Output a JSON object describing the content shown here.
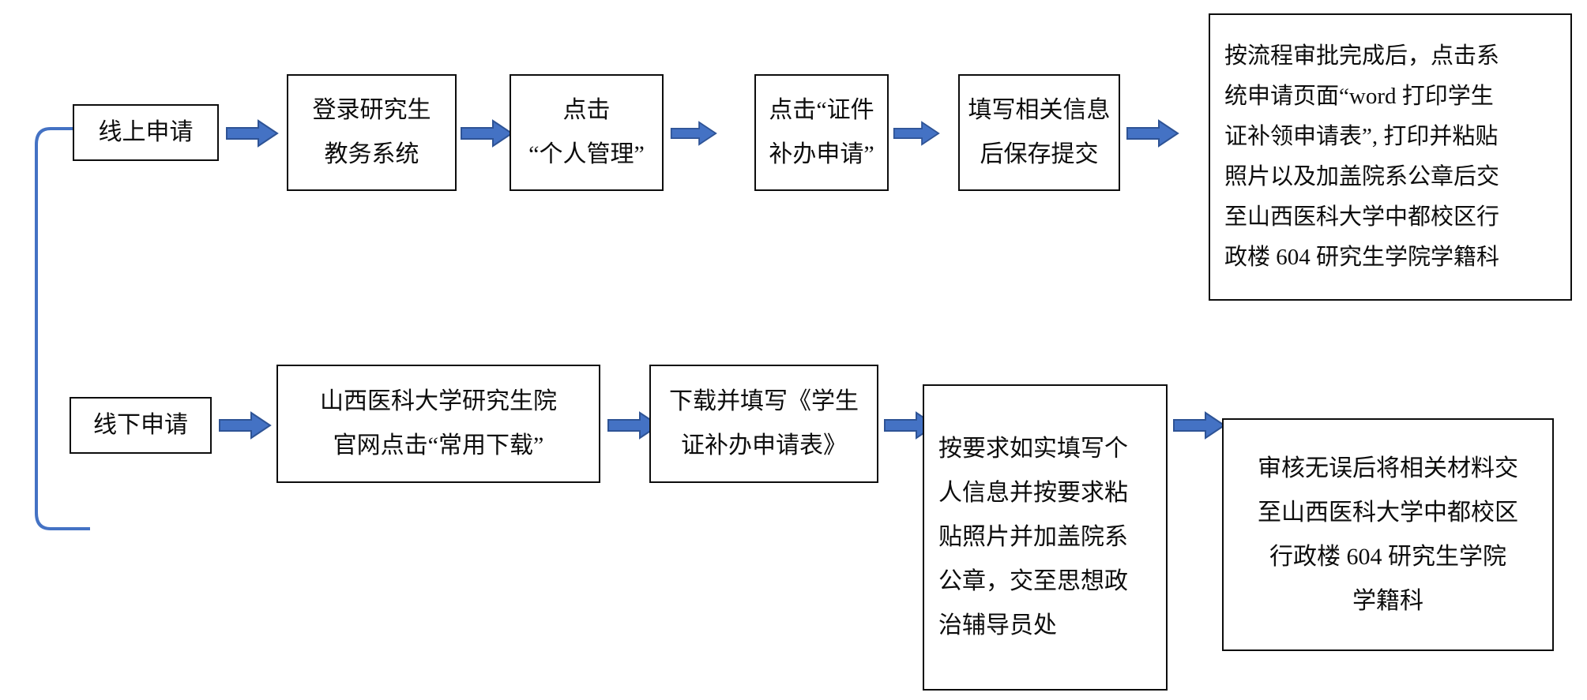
{
  "diagram": {
    "title_present": false,
    "colors": {
      "box_border": "#0d0d0d",
      "box_fill": "#ffffff",
      "arrow_fill": "#4472c4",
      "arrow_stroke": "#2e5395",
      "connector_line": "#4472c4",
      "text": "#0d0d0d"
    },
    "branch_split_label": "",
    "rows": [
      {
        "id": "online-row",
        "name": "online-application-row",
        "nodes": [
          {
            "id": "online-start",
            "name": "node-online-application",
            "lines": [
              "线上申请"
            ]
          },
          {
            "id": "online-step-1",
            "name": "node-login-grad-system",
            "lines": [
              "登录研究生",
              "教务系统"
            ]
          },
          {
            "id": "online-step-2",
            "name": "node-click-personal-management",
            "lines": [
              "点击",
              "“个人管理”"
            ]
          },
          {
            "id": "online-step-3",
            "name": "node-click-certificate-reapply",
            "lines": [
              "点击“证件",
              "补办申请”"
            ]
          },
          {
            "id": "online-step-4",
            "name": "node-fill-info-and-submit",
            "lines": [
              "填写相关信息",
              "后保存提交"
            ]
          },
          {
            "id": "online-step-5",
            "name": "node-print-and-submit-materials",
            "lines": [
              "按流程审批完成后，点击系",
              "统申请页面“word 打印学生",
              "证补领申请表”, 打印并粘贴",
              "照片以及加盖院系公章后交",
              "至山西医科大学中都校区行",
              "政楼 604 研究生学院学籍科"
            ]
          }
        ]
      },
      {
        "id": "offline-row",
        "name": "offline-application-row",
        "nodes": [
          {
            "id": "offline-start",
            "name": "node-offline-application",
            "lines": [
              "线下申请"
            ]
          },
          {
            "id": "offline-step-1",
            "name": "node-grad-school-website-downloads",
            "lines": [
              "山西医科大学研究生院",
              "官网点击“常用下载”"
            ]
          },
          {
            "id": "offline-step-2",
            "name": "node-download-and-fill-form",
            "lines": [
              "下载并填写《学生",
              "证补办申请表》"
            ]
          },
          {
            "id": "offline-step-3",
            "name": "node-fill-personal-info-and-seal",
            "lines": [
              "按要求如实填写个",
              "人信息并按要求粘",
              "贴照片并加盖院系",
              "公章，交至思想政",
              "治辅导员处"
            ]
          },
          {
            "id": "offline-step-4",
            "name": "node-submit-materials-registry",
            "lines": [
              "审核无误后将相关材料交",
              "至山西医科大学中都校区",
              "行政楼 604 研究生学院",
              "学籍科"
            ]
          }
        ]
      }
    ],
    "arrows": [
      {
        "id": "a1",
        "name": "arrow-online-start-to-step1"
      },
      {
        "id": "a2",
        "name": "arrow-online-step1-to-step2"
      },
      {
        "id": "a3",
        "name": "arrow-online-step2-to-step3"
      },
      {
        "id": "a4",
        "name": "arrow-online-step3-to-step4"
      },
      {
        "id": "a5",
        "name": "arrow-online-step4-to-step5"
      },
      {
        "id": "a6",
        "name": "arrow-offline-start-to-step1"
      },
      {
        "id": "a7",
        "name": "arrow-offline-step1-to-step2"
      },
      {
        "id": "a8",
        "name": "arrow-offline-step2-to-step3"
      },
      {
        "id": "a9",
        "name": "arrow-offline-step3-to-step4"
      }
    ],
    "connector": {
      "name": "branch-connector-line",
      "description": "curved bracket joining 线上申请 and 线下申请"
    }
  }
}
